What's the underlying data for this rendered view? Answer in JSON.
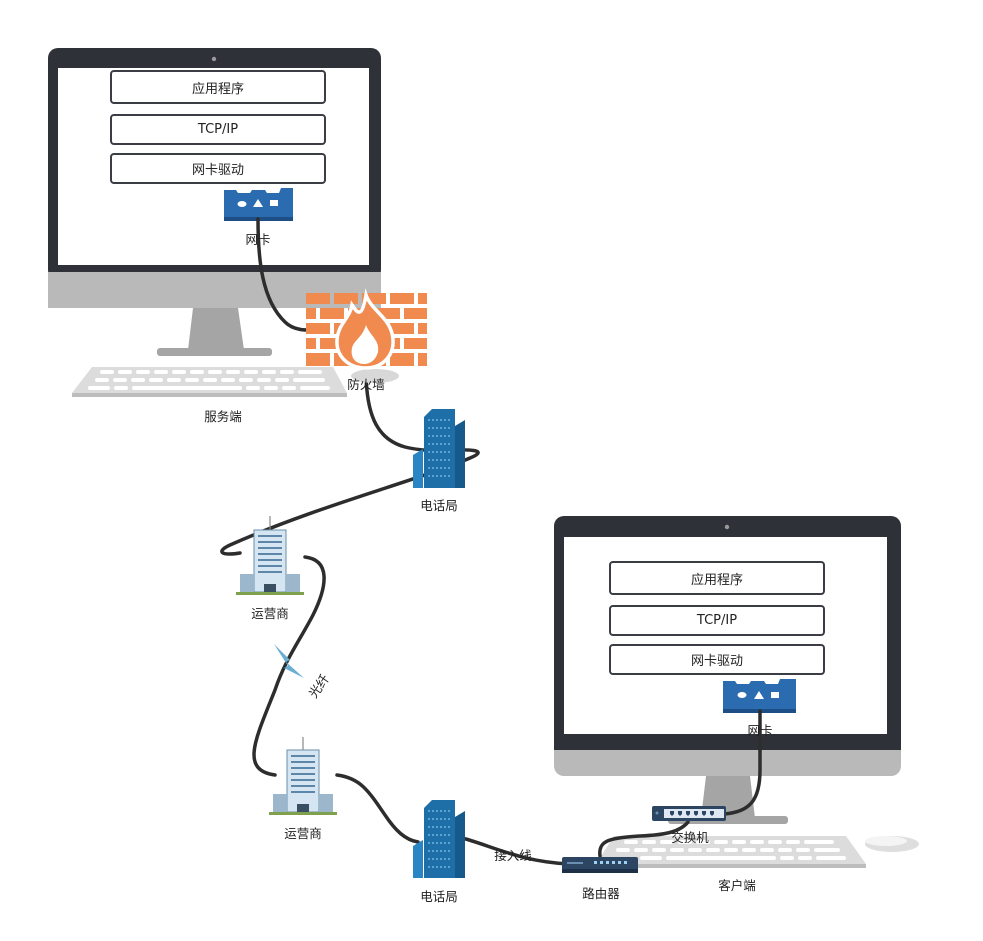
{
  "server": {
    "caption": "服务端",
    "stack": [
      "应用程序",
      "TCP/IP",
      "网卡驱动"
    ],
    "nic_label": "网卡"
  },
  "firewall_label": "防火墙",
  "telecom_top_label": "电话局",
  "telecom_bottom_label": "电话局",
  "carrier_top_label": "运营商",
  "carrier_bottom_label": "运营商",
  "fiber_label": "光纤",
  "access_line_label": "接入线",
  "router_label": "路由器",
  "switch_label": "交换机",
  "client": {
    "caption": "客户端",
    "stack": [
      "应用程序",
      "TCP/IP",
      "网卡驱动"
    ],
    "nic_label": "网卡"
  },
  "colors": {
    "monitor_frame": "#2f3138",
    "monitor_chin": "#b9b9b9",
    "stand": "#a5a5a5",
    "nic_blue": "#2b6cb0",
    "firewall_orange": "#f08a4f",
    "building_blue": "#1e6fa8",
    "cable": "#2d2d2d",
    "fiber_bolt": "#6aaed6"
  },
  "icons": [
    "monitor-icon",
    "keyboard-icon",
    "mouse-icon",
    "network-card-icon",
    "firewall-icon",
    "telecom-building-icon",
    "carrier-building-icon",
    "lightning-icon",
    "router-icon",
    "switch-icon"
  ]
}
